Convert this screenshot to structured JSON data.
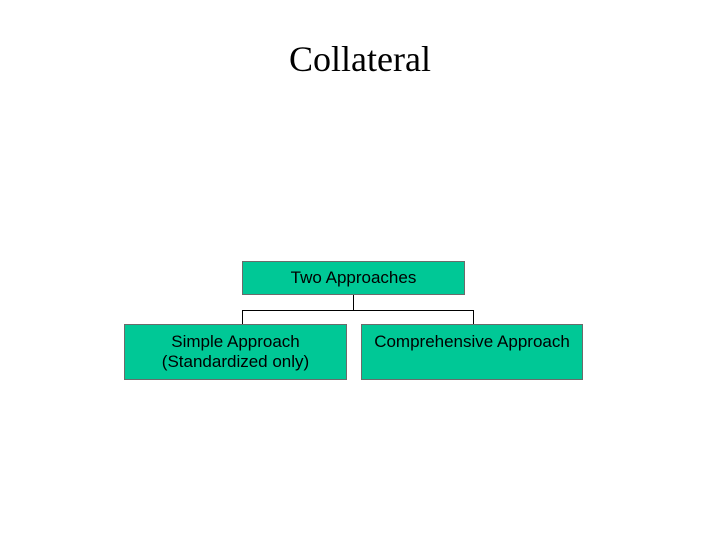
{
  "slide": {
    "title": "Collateral"
  },
  "diagram": {
    "root": {
      "label": "Two Approaches"
    },
    "children": [
      {
        "line1": "Simple Approach",
        "line2": "(Standardized only)"
      },
      {
        "line1": "Comprehensive Approach",
        "line2": ""
      }
    ]
  },
  "colors": {
    "box_fill": "#00c896",
    "box_border": "#6b6b6b",
    "connector": "#000000",
    "background": "#ffffff"
  }
}
